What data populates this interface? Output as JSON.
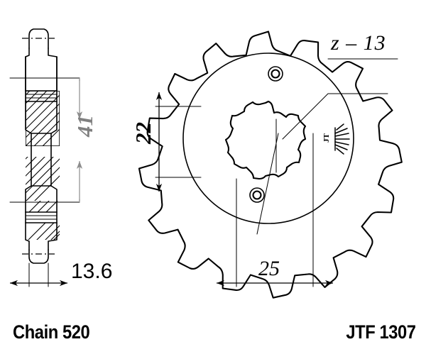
{
  "drawing": {
    "type": "engineering-drawing",
    "subject": "front sprocket",
    "views": {
      "section": "left cross-section side view",
      "front": "right front elevation"
    }
  },
  "labels": {
    "chain": "Chain 520",
    "part_number": "JTF 1307"
  },
  "dimensions": {
    "teeth_callout": "z – 13",
    "outer_diameter": "41",
    "root_depth": "22",
    "thickness": "13.6",
    "hub_diameter": "25"
  },
  "logo": {
    "brand": "JT",
    "mark": "sunburst-icon"
  },
  "features": {
    "bolt_holes": 2,
    "spline_teeth": 13,
    "sprocket_teeth": 16
  },
  "colors": {
    "line": "#000000",
    "dim_grey": "#808080",
    "background": "#ffffff"
  }
}
